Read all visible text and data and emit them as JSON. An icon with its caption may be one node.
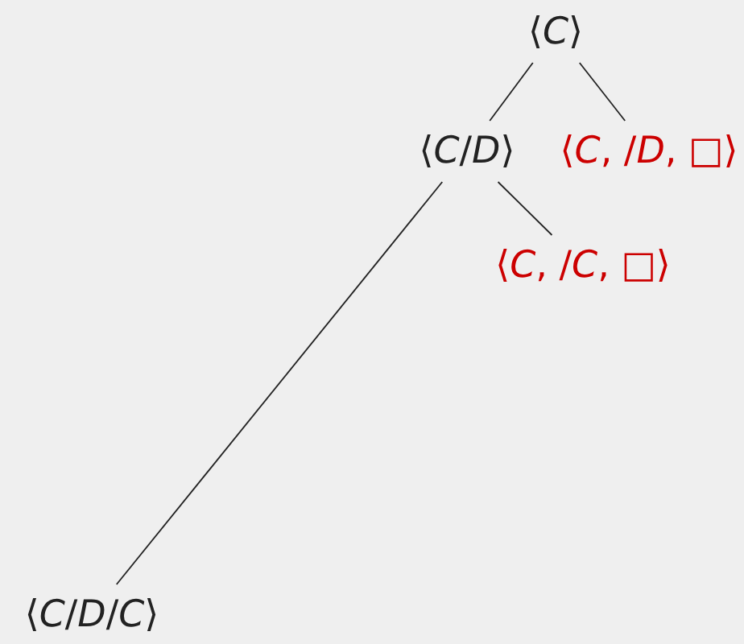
{
  "diagram": {
    "nodes": [
      {
        "text": [
          "⟨*C*⟩"
        ]
      },
      {
        "text": [
          "⟨*C*/*D*⟩"
        ]
      },
      {
        "text": [
          "⟨*C*, /*D*, □⟩"
        ]
      },
      {
        "text": [
          "⟨*C*, /*C*, □⟩"
        ]
      },
      {
        "text": [
          "⟨*C*/*D*/*C*⟩"
        ]
      }
    ],
    "edges": [
      {
        "from": 0,
        "to": 1,
        "arrow": "none"
      },
      {
        "from": 0,
        "to": 2,
        "arrow": "none"
      },
      {
        "from": 1,
        "to": 3,
        "arrow": "none"
      },
      {
        "from": 1,
        "to": 4,
        "arrow": "none"
      }
    ]
  }
}
